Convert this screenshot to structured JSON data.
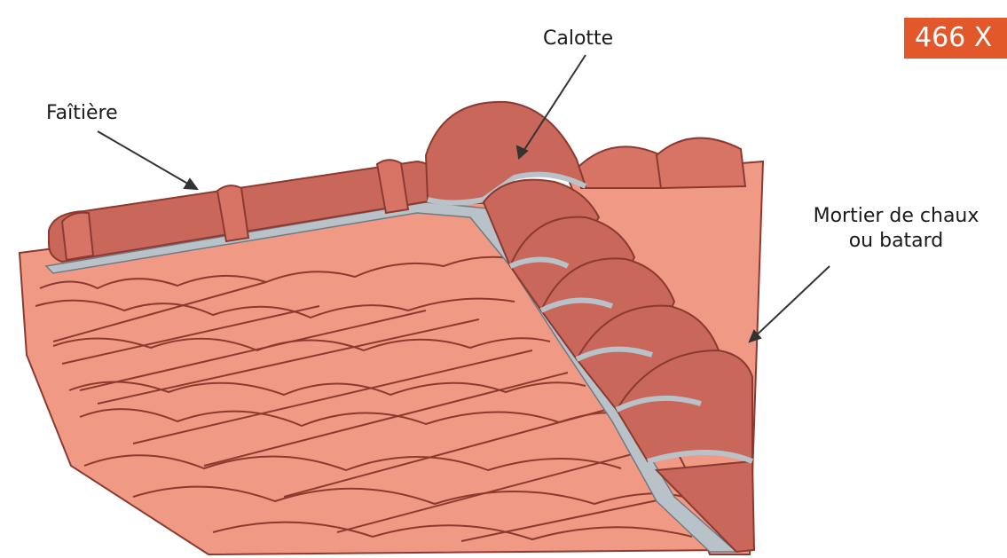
{
  "labels": {
    "faitiere": "Faîtière",
    "calotte": "Calotte",
    "mortier_line1": "Mortier de chaux",
    "mortier_line2": "ou batard"
  },
  "badge": {
    "text": "466 X"
  },
  "colors": {
    "tile_light": "#f09a85",
    "tile_mid": "#e6806c",
    "ridge_dark": "#c8675a",
    "outline": "#8c3a30",
    "mortar": "#b9c2c9",
    "badge": "#e2582a"
  }
}
